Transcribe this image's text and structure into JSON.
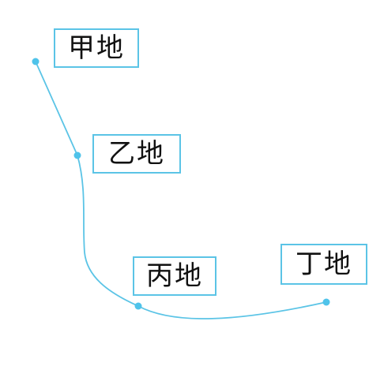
{
  "colors": {
    "route_line": "#5bc4e6",
    "station_dot": "#4fc3ea",
    "label_border": "#5bc4e6",
    "label_text": "#111111",
    "background": "#ffffff"
  },
  "places": [
    {
      "id": "a",
      "name": "甲地"
    },
    {
      "id": "b",
      "name": "乙地"
    },
    {
      "id": "c",
      "name": "丙地"
    },
    {
      "id": "d",
      "name": "丁地"
    }
  ]
}
